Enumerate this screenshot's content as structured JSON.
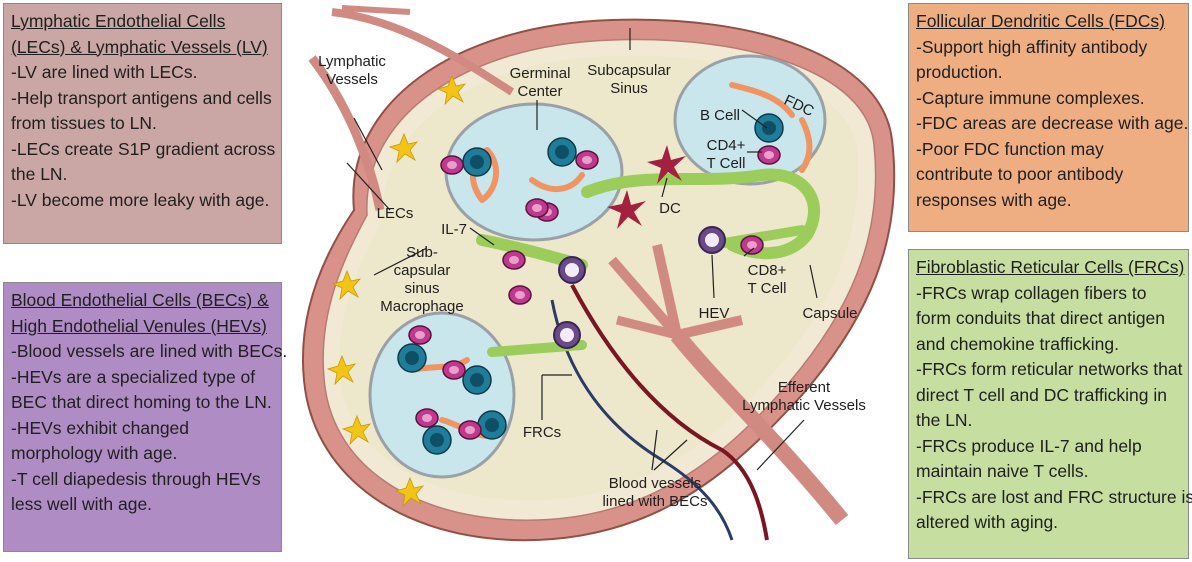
{
  "lec_box": {
    "lines": [
      "Lymphatic Endothelial Cells",
      "(LECs) & Lymphatic Vessels (LV)",
      "-LV are lined with LECs.",
      "-Help transport antigens and cells",
      "from tissues to LN.",
      "-LECs create S1P gradient across",
      "the LN.",
      "-LV become more leaky with age."
    ]
  },
  "bec_box": {
    "lines": [
      "Blood Endothelial Cells (BECs) &",
      "High Endothelial Venules (HEVs)",
      "-Blood vessels are lined with BECs.",
      "-HEVs are a specialized type of",
      "BEC that direct homing to the LN.",
      "-HEVs exhibit changed",
      "morphology with age.",
      "-T cell diapedesis through HEVs",
      "less well with age."
    ]
  },
  "fdc_box": {
    "lines": [
      "Follicular Dendritic Cells (FDCs)",
      "-Support high affinity antibody",
      "production.",
      "-Capture immune complexes.",
      "-FDC areas are decrease with age.",
      "-Poor FDC function may",
      "contribute to poor antibody",
      "responses with age."
    ]
  },
  "frc_box": {
    "lines": [
      "Fibroblastic Reticular Cells (FRCs)",
      "-FRCs wrap collagen fibers to",
      "form conduits that direct antigen",
      "and chemokine trafficking.",
      "-FRCs form reticular networks that",
      "direct T cell and DC trafficking in",
      "the LN.",
      "-FRCs produce IL-7 and help",
      "maintain naive T cells.",
      "-FRCs are lost and FRC structure is",
      "altered with aging."
    ]
  },
  "labels": {
    "lymphatic_vessels": [
      "Lymphatic",
      "Vessels"
    ],
    "germinal_center": [
      "Germinal",
      "Center"
    ],
    "subcapsular_sinus": [
      "Subcapsular",
      "Sinus"
    ],
    "b_cell": "B Cell",
    "cd4": [
      "CD4+",
      "T Cell"
    ],
    "fdc": "FDC",
    "dc": "DC",
    "lecs": "LECs",
    "il7": "IL-7",
    "macrophage": [
      "Sub-",
      "capsular",
      "sinus",
      "Macrophage"
    ],
    "hev": "HEV",
    "cd8": [
      "CD8+",
      "T Cell"
    ],
    "capsule": "Capsule",
    "efferent": [
      "Efferent",
      "Lymphatic Vessels"
    ],
    "frcs": "FRCs",
    "blood_vessels": [
      "Blood vessels",
      "lined with BECs"
    ]
  },
  "colors": {
    "lec_box": "#caa7a4",
    "bec_box": "#b08cc4",
    "fdc_box": "#efae82",
    "frc_box": "#c6de9f",
    "capsule": "#d9928a",
    "node_interior": "#ede7cb",
    "follicle": "#c9e6ec",
    "frc_network": "#9ccc5a",
    "b_cell": "#1f7d99",
    "t_cell": "#c0398d",
    "fdc_cell": "#f09462",
    "dendritic_cell": "#a3203f",
    "hev": "#6b4a8a",
    "macrophage": "#f2c418",
    "artery": "#7a1522",
    "vein": "#2a3b66"
  }
}
